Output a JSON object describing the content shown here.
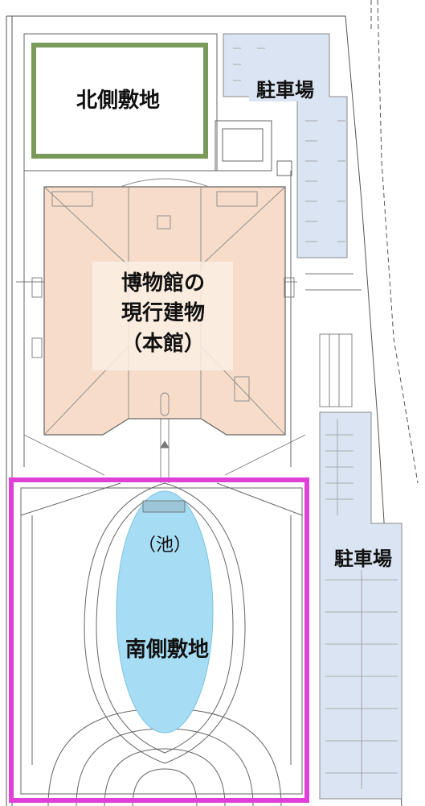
{
  "labels": {
    "north_site": "北側敷地",
    "parking_north": "駐車場",
    "museum_line1": "博物館の",
    "museum_line2": "現行建物",
    "museum_line3": "（本館）",
    "pond": "（池）",
    "parking_south": "駐車場",
    "south_site": "南側敷地"
  },
  "colors": {
    "north_site_border": "#7a9a5a",
    "south_site_border": "#e040d8",
    "museum_fill": "#f6dcc9",
    "parking_fill": "#dbe4f2",
    "pond_fill": "#a7ddf4",
    "linework": "#555555"
  }
}
